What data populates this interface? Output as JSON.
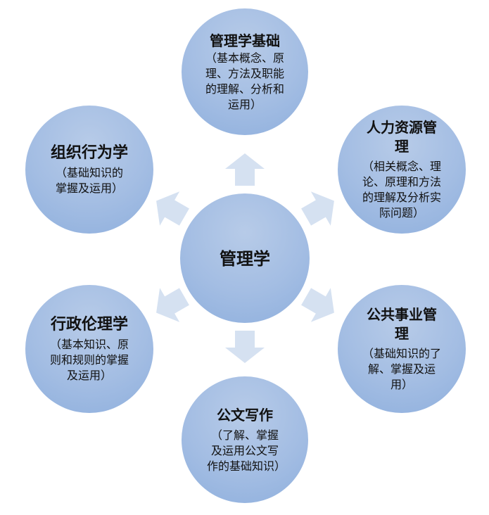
{
  "center": {
    "title": "管理学"
  },
  "nodes": [
    {
      "title": "管理学基础",
      "desc": "（基本概念、原理、方法及职能的理解、分析和运用）"
    },
    {
      "title": "人力资源管理",
      "desc": "（相关概念、理论、原理和方法的理解及分析实际问题）"
    },
    {
      "title": "公共事业管理",
      "desc": "（基础知识的了解、掌握及运用）"
    },
    {
      "title": "公文写作",
      "desc": "（了解、掌握及运用公文写作的基础知识）"
    },
    {
      "title": "行政伦理学",
      "desc": "（基本知识、原则和规则的掌握及运用）"
    },
    {
      "title": "组织行为学",
      "desc": "（基础知识的掌握及运用）"
    }
  ],
  "colors": {
    "circle": "#a3bde3",
    "arrow": "#d5e1f1"
  }
}
